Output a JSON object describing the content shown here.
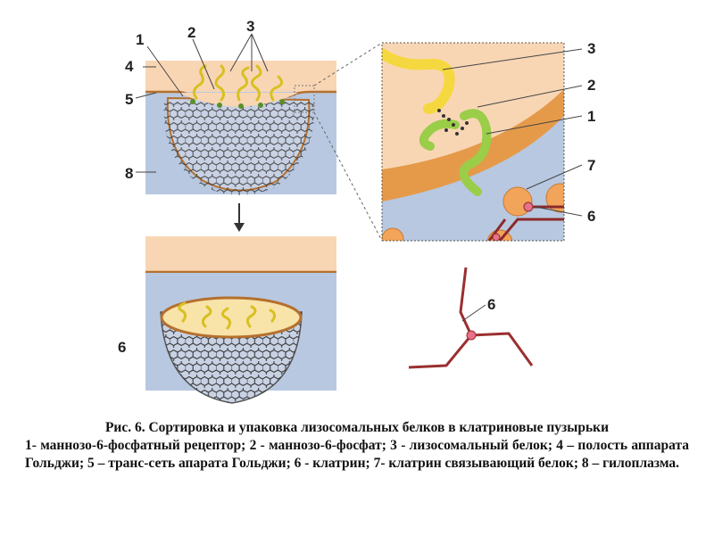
{
  "labels": {
    "top_left": [
      "1",
      "2",
      "3",
      "4",
      "5",
      "8"
    ],
    "bottom_left": "6",
    "zoom": [
      "3",
      "2",
      "1",
      "7",
      "6"
    ],
    "clathrin": "6"
  },
  "caption": {
    "title": "Рис. 6. Сортировка и упаковка лизосомальных белков  в клатриновые пузырьки",
    "legend": "1- маннозо-6-фосфатный рецептор; 2 - маннозо-6-фосфат; 3 - лизосомальный белок; 4 – полость аппарата Гольджи; 5 – транс-сеть апарата Гольджи; 6 - клатрин; 7- клатрин связывающий белок; 8 – гилоплазма."
  },
  "colors": {
    "lumen": "#f8d6b4",
    "cytosol": "#b8c8e0",
    "membrane": "#e59a4a",
    "clathrin_line": "#8b2a2a",
    "clathrin_node": "#e7718a",
    "receptor": "#9acd48",
    "protein": "#f5d840",
    "cage": "#3a3a3a"
  }
}
